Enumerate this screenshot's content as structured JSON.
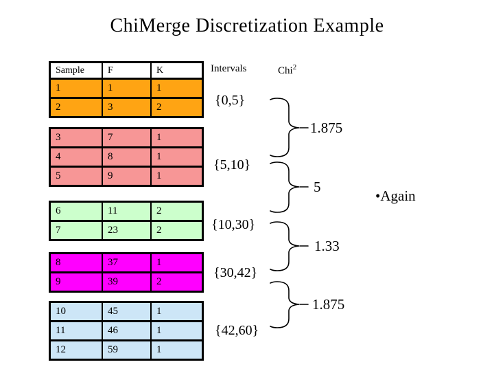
{
  "title": "ChiMerge Discretization Example",
  "table": {
    "headers": [
      "Sample",
      "F",
      "K"
    ],
    "groups": [
      {
        "interval": "{0,5}",
        "color": "#FFA413",
        "rows": [
          [
            "1",
            "1",
            "1"
          ],
          [
            "2",
            "3",
            "2"
          ]
        ]
      },
      {
        "interval": "{5,10}",
        "color": "#F79696",
        "rows": [
          [
            "3",
            "7",
            "1"
          ],
          [
            "4",
            "8",
            "1"
          ],
          [
            "5",
            "9",
            "1"
          ]
        ]
      },
      {
        "interval": "{10,30}",
        "color": "#CCFFCC",
        "rows": [
          [
            "6",
            "11",
            "2"
          ],
          [
            "7",
            "23",
            "2"
          ]
        ]
      },
      {
        "interval": "{30,42}",
        "color": "#FF00FF",
        "rows": [
          [
            "8",
            "37",
            "1"
          ],
          [
            "9",
            "39",
            "2"
          ]
        ]
      },
      {
        "interval": "{42,60}",
        "color": "#CDE6F7",
        "rows": [
          [
            "10",
            "45",
            "1"
          ],
          [
            "11",
            "46",
            "1"
          ],
          [
            "12",
            "59",
            "1"
          ]
        ]
      }
    ]
  },
  "analysis": {
    "intervals_header": "Intervals",
    "chi_header": "Chi",
    "chi_header_sup": "2",
    "intervals": [
      "{0,5}",
      "{5,10}",
      "{10,30}",
      "{30,42}",
      "{42,60}"
    ],
    "chi_values": [
      "1.875",
      "5",
      "1.33",
      "1.875"
    ],
    "bullet": "•",
    "again_label": "Again"
  },
  "colors": {
    "background": "#FFFFFF",
    "text": "#000000",
    "table_border": "#000000",
    "group_0_5": "#FFA413",
    "group_5_10": "#F79696",
    "group_10_30": "#CCFFCC",
    "group_30_42": "#FF00FF",
    "group_42_60": "#CDE6F7"
  }
}
